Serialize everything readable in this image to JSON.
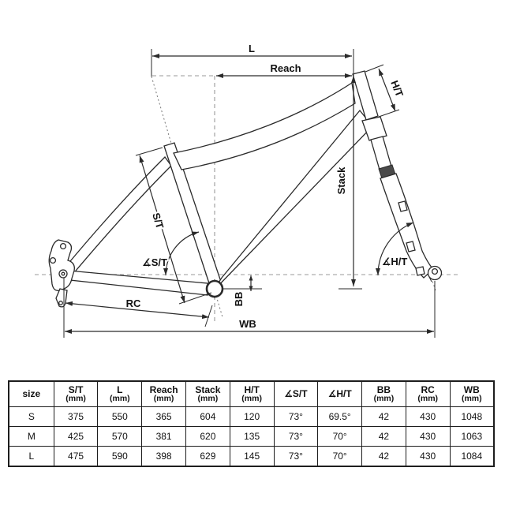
{
  "diagram": {
    "labels": {
      "top_length": "L",
      "reach": "Reach",
      "stack": "Stack",
      "head_tube": "H/T",
      "seat_tube": "S/T",
      "seat_tube_angle": "∡S/T",
      "head_tube_angle": "∡H/T",
      "bb_drop": "BB",
      "rear_center": "RC",
      "wheelbase": "WB"
    },
    "line_color": "#2a2a2a",
    "guide_color": "#999999"
  },
  "table": {
    "columns": [
      {
        "label": "size",
        "unit": ""
      },
      {
        "label": "S/T",
        "unit": "(mm)"
      },
      {
        "label": "L",
        "unit": "(mm)"
      },
      {
        "label": "Reach",
        "unit": "(mm)"
      },
      {
        "label": "Stack",
        "unit": "(mm)"
      },
      {
        "label": "H/T",
        "unit": "(mm)"
      },
      {
        "label": "∡S/T",
        "unit": ""
      },
      {
        "label": "∡H/T",
        "unit": ""
      },
      {
        "label": "BB",
        "unit": "(mm)"
      },
      {
        "label": "RC",
        "unit": "(mm)"
      },
      {
        "label": "WB",
        "unit": "(mm)"
      }
    ],
    "rows": [
      {
        "size": "S",
        "st": "375",
        "l": "550",
        "reach": "365",
        "stack": "604",
        "ht": "120",
        "ast": "73°",
        "aht": "69.5°",
        "bb": "42",
        "rc": "430",
        "wb": "1048"
      },
      {
        "size": "M",
        "st": "425",
        "l": "570",
        "reach": "381",
        "stack": "620",
        "ht": "135",
        "ast": "73°",
        "aht": "70°",
        "bb": "42",
        "rc": "430",
        "wb": "1063"
      },
      {
        "size": "L",
        "st": "475",
        "l": "590",
        "reach": "398",
        "stack": "629",
        "ht": "145",
        "ast": "73°",
        "aht": "70°",
        "bb": "42",
        "rc": "430",
        "wb": "1084"
      }
    ]
  }
}
